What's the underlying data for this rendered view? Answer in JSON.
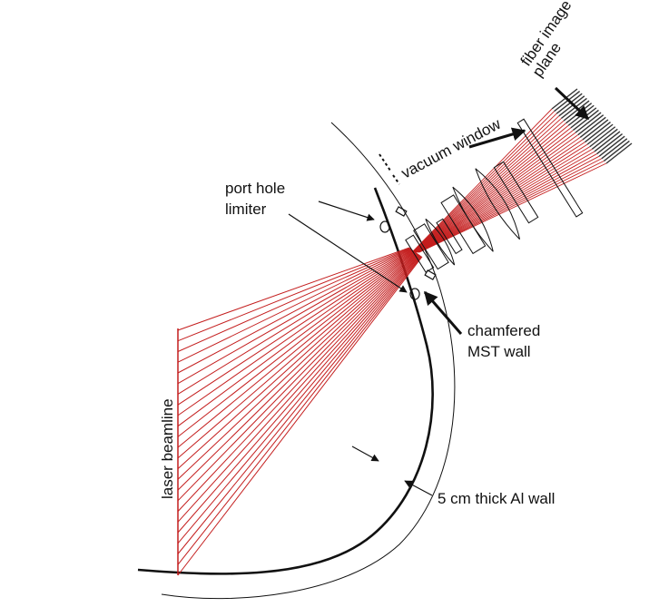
{
  "labels": {
    "fiber_image": "fiber image",
    "plane": "plane",
    "vacuum_window": "vacuum window",
    "port_hole": "port hole",
    "limiter": "limiter",
    "chamfered": "chamfered",
    "mst_wall": "MST wall",
    "laser_beamline": "laser beamline",
    "al_wall": "5 cm thick Al wall"
  },
  "colors": {
    "ray": "#c41e1e",
    "line": "#111111"
  },
  "ray_count": 24
}
